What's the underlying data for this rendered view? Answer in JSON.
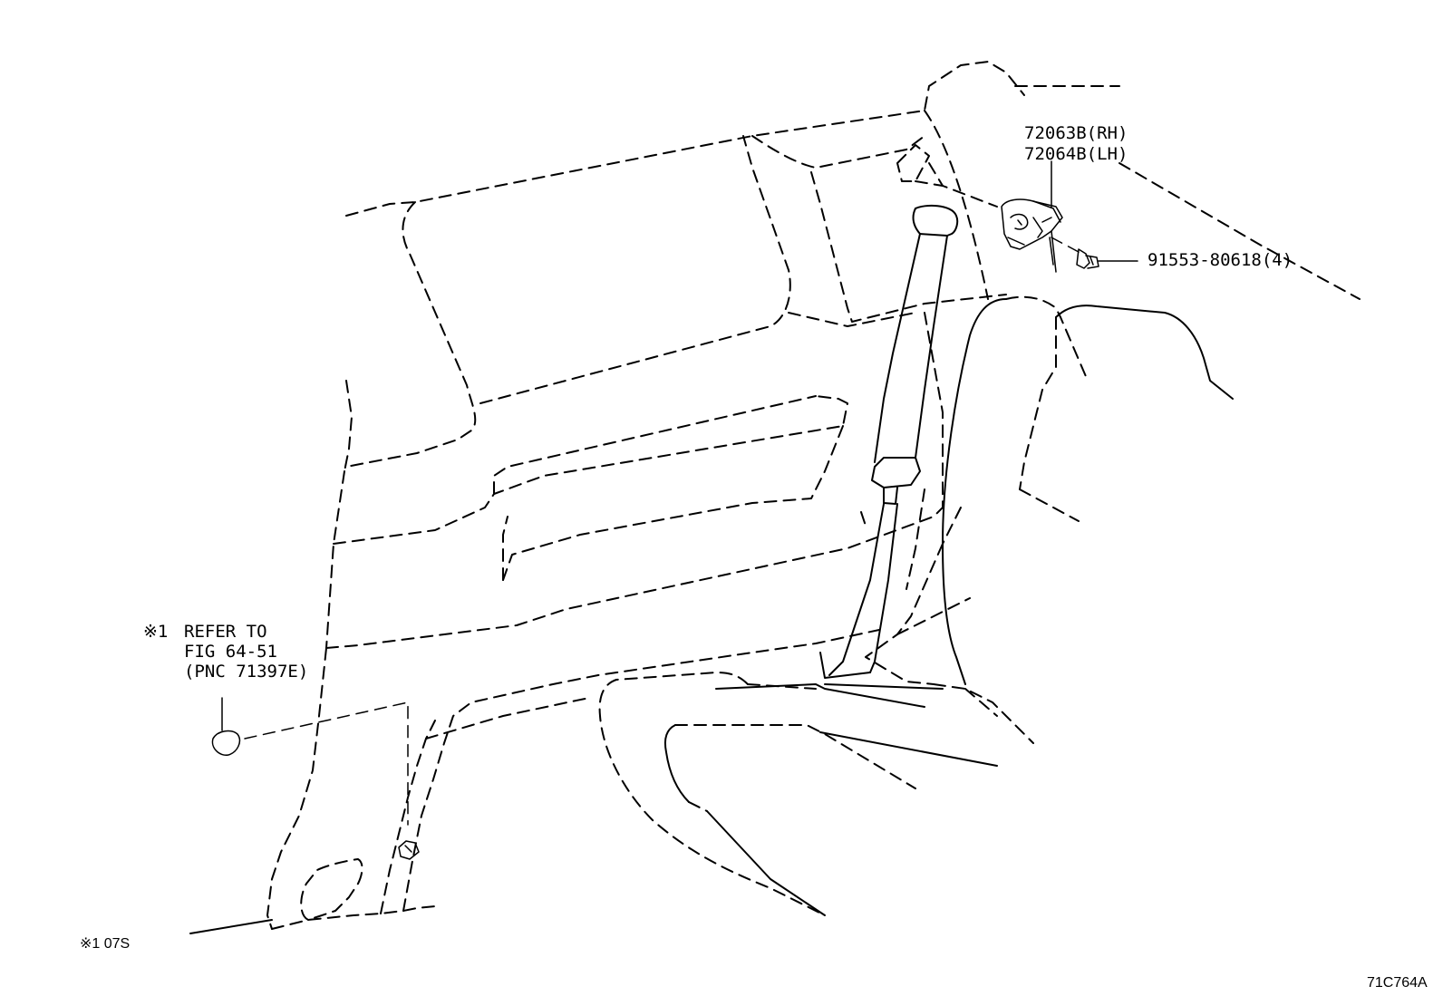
{
  "callouts": {
    "bracket_rh": "72063B(RH)",
    "bracket_lh": "72064B(LH)",
    "screw": "91553-80618(4)"
  },
  "refer_note": {
    "mark": "※1",
    "line1": "REFER TO",
    "line2": "FIG 64-51",
    "line3": "(PNC 71397E)"
  },
  "footnote": "※1 07S",
  "figure_code": "71C764A"
}
